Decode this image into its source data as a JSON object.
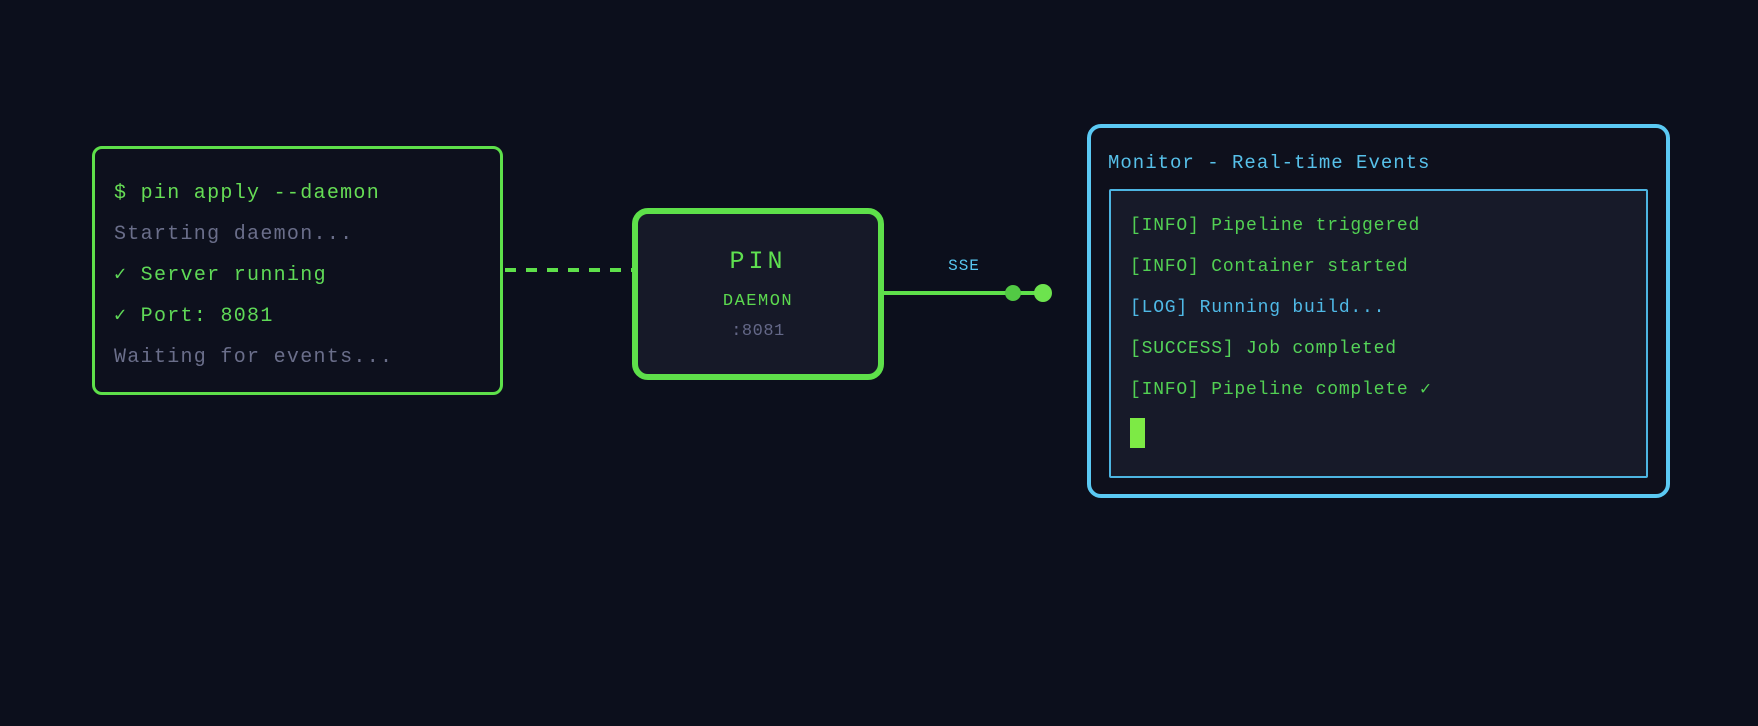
{
  "terminal": {
    "lines": [
      {
        "text": "$ pin apply --daemon",
        "style": "command"
      },
      {
        "text": "Starting daemon...",
        "style": "muted"
      },
      {
        "text": "✓ Server running",
        "style": "success"
      },
      {
        "text": "✓ Port: 8081",
        "style": "success"
      },
      {
        "text": "Waiting for events...",
        "style": "muted"
      }
    ]
  },
  "daemon": {
    "title": "PIN",
    "subtitle": "DAEMON",
    "port": ":8081"
  },
  "connection": {
    "label": "SSE",
    "event_dots": 2
  },
  "monitor": {
    "title": "Monitor - Real-time Events",
    "events": [
      {
        "text": "[INFO] Pipeline triggered",
        "style": "info"
      },
      {
        "text": "[INFO] Container started",
        "style": "info"
      },
      {
        "text": "[LOG] Running build...",
        "style": "log"
      },
      {
        "text": "[SUCCESS] Job completed",
        "style": "success"
      },
      {
        "text": "[INFO] Pipeline complete ✓",
        "style": "info"
      }
    ]
  },
  "colors": {
    "background": "#0c0f1c",
    "green_accent": "#5ee04a",
    "terminal_green": "#63dc55",
    "muted_text": "#6a6e8a",
    "blue_accent": "#58c7f1",
    "log_green": "#52d053",
    "cursor_green": "#7dea45",
    "node_fill": "#161928",
    "panel_fill": "#171a29"
  }
}
